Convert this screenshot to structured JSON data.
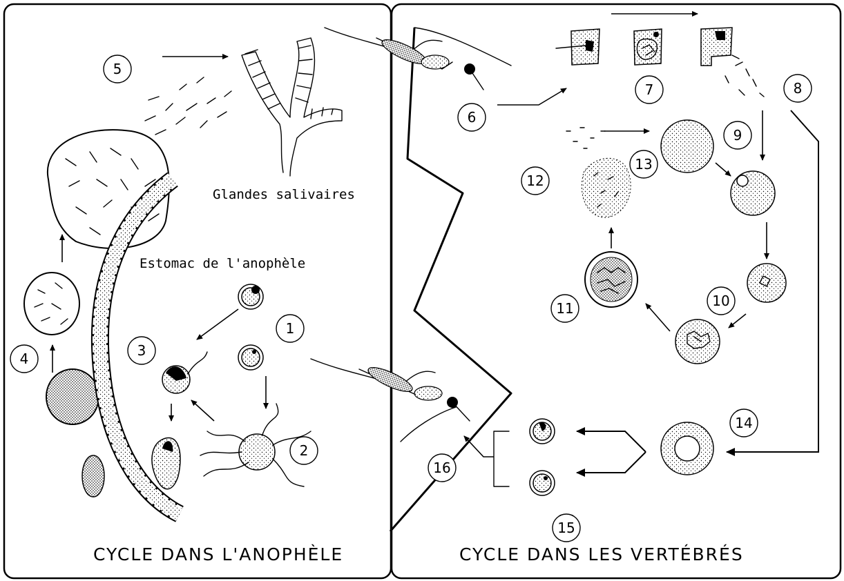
{
  "titles": {
    "left": "CYCLE DANS L'ANOPHÈLE",
    "right": "CYCLE DANS LES VERTÉBRÉS"
  },
  "labels": {
    "salivary": "Glandes salivaires",
    "stomach": "Estomac de l'anophèle"
  },
  "steps": [
    "1",
    "2",
    "3",
    "4",
    "5",
    "6",
    "7",
    "8",
    "9",
    "10",
    "11",
    "12",
    "13",
    "14",
    "15",
    "16"
  ]
}
